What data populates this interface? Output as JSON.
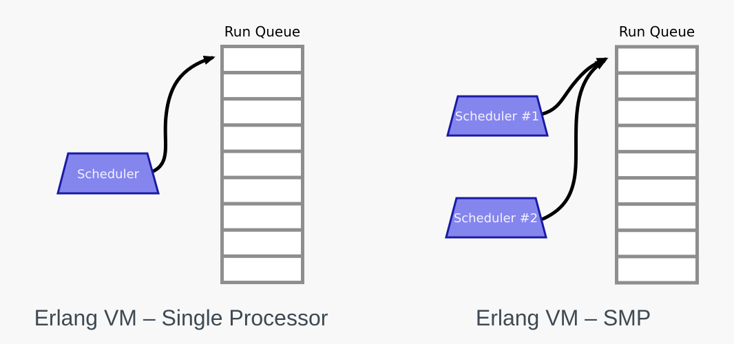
{
  "colors": {
    "background": "#f8f8f8",
    "scheduler_fill": "#8585ee",
    "scheduler_border": "#1a1aa5",
    "scheduler_text": "#f2f2ff",
    "queue_fill": "#ffffff",
    "queue_border": "#8e8e8e",
    "arrow": "#000000",
    "label_text": "#000000",
    "caption_text": "#3e4953"
  },
  "left": {
    "queue": {
      "label": "Run Queue",
      "cells": 9
    },
    "schedulers": [
      {
        "label": "Scheduler"
      }
    ],
    "caption": "Erlang VM – Single Processor"
  },
  "right": {
    "queue": {
      "label": "Run Queue",
      "cells": 9
    },
    "schedulers": [
      {
        "label": "Scheduler #1"
      },
      {
        "label": "Scheduler #2"
      }
    ],
    "caption": "Erlang VM – SMP"
  }
}
